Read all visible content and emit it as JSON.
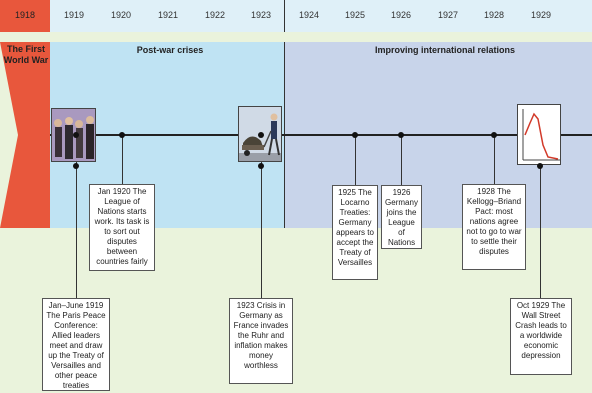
{
  "header": {
    "years": [
      "1918",
      "1919",
      "1920",
      "1921",
      "1922",
      "1923",
      "1924",
      "1925",
      "1926",
      "1927",
      "1928",
      "1929"
    ]
  },
  "periods": {
    "ww1": "The First World War",
    "postwar": "Post-war crises",
    "improving": "Improving international relations"
  },
  "events": {
    "jan1920": "Jan 1920 The League of Nations starts work. Its task is to sort out disputes between countries fairly",
    "paris1919": "Jan–June 1919 The Paris Peace Conference: Allied leaders meet and draw up the Treaty of Versailles and other peace treaties",
    "ruhr1923": "1923 Crisis in Germany as France invades the Ruhr and inflation makes money worthless",
    "locarno1925": "1925 The Locarno Treaties: Germany appears to accept the Treaty of Versailles",
    "league1926": "1926 Germany joins the League of Nations",
    "kellogg1928": "1928 The Kellogg–Briand Pact: most nations agree not to go to war to settle their disputes",
    "crash1929": "Oct 1929 The Wall Street Crash leads to a worldwide economic depression"
  },
  "colors": {
    "ww1": "#e8573c",
    "postwar": "#bfe3f3",
    "improving": "#c8d4ea",
    "background": "#eaf3dc",
    "header": "#dff0f8"
  }
}
